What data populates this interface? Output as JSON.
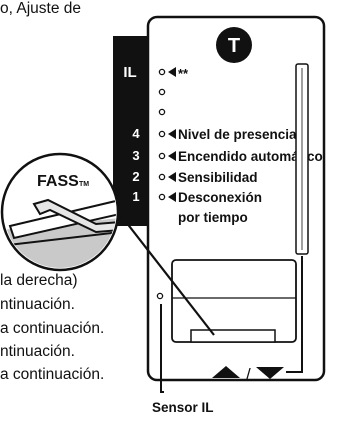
{
  "background_text": {
    "line_top": "o, Ajuste de",
    "line_right_paren": "la derecha)",
    "line_1": "ntinuación.",
    "line_2": "a continuación.",
    "line_3": "ntinuación.",
    "line_4": "a continuación."
  },
  "device": {
    "badge_letter": "T",
    "side_tab_label": "IL",
    "indicator_top_label": "**",
    "levels": [
      {
        "number": "4",
        "label": "Nivel de presencia"
      },
      {
        "number": "3",
        "label": "Encendido automático"
      },
      {
        "number": "2",
        "label": "Sensibilidad"
      },
      {
        "number": "1",
        "label": "Desconexión"
      }
    ],
    "level1_label_line2": "por tiempo"
  },
  "callouts": {
    "fass_label": "FASS",
    "fass_superscript": "TM",
    "sensor_label": "Sensor IL",
    "arrows_label": "▲/▼"
  }
}
